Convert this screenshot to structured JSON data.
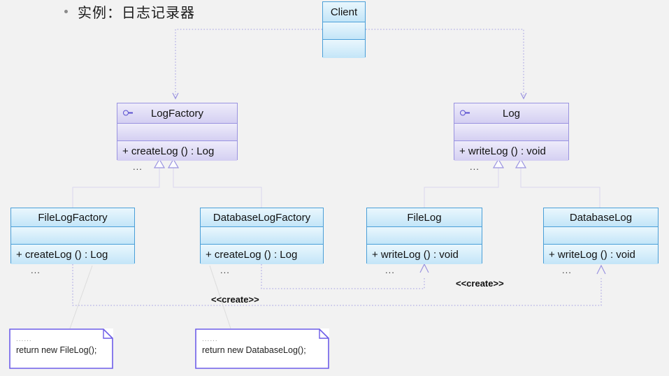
{
  "slide": {
    "bullet_glyph": "•",
    "heading": "实例：日志记录器"
  },
  "colors": {
    "background": "#f2f2f2",
    "class_border": "#4a9fd8",
    "class_fill": "#cfeaf9",
    "interface_border": "#9a93e0",
    "interface_fill": "#ddd9f5",
    "note_border": "#6c5ce7",
    "note_fill": "#ffffff",
    "connector": "#9a93e0",
    "text": "#111111"
  },
  "diagram": {
    "type": "uml-class-diagram",
    "ellipsis_label": "...",
    "classes": [
      {
        "id": "client",
        "name": "Client",
        "kind": "class",
        "attributes": "",
        "operations": "",
        "has_ellipsis": false
      },
      {
        "id": "logfactory",
        "name": "LogFactory",
        "kind": "interface",
        "icon": "interface-lollipop-icon",
        "attributes": "",
        "operations": "+ createLog () : Log",
        "has_ellipsis": true
      },
      {
        "id": "log",
        "name": "Log",
        "kind": "interface",
        "icon": "interface-lollipop-icon",
        "attributes": "",
        "operations": "+ writeLog () : void",
        "has_ellipsis": true
      },
      {
        "id": "filelogfactory",
        "name": "FileLogFactory",
        "kind": "class",
        "attributes": "",
        "operations": "+ createLog () : Log",
        "has_ellipsis": true
      },
      {
        "id": "databaselogfactory",
        "name": "DatabaseLogFactory",
        "kind": "class",
        "attributes": "",
        "operations": "+ createLog () : Log",
        "has_ellipsis": true
      },
      {
        "id": "filelog",
        "name": "FileLog",
        "kind": "class",
        "attributes": "",
        "operations": "+ writeLog () : void",
        "has_ellipsis": true
      },
      {
        "id": "databaselog",
        "name": "DatabaseLog",
        "kind": "class",
        "attributes": "",
        "operations": "+ writeLog () : void",
        "has_ellipsis": true
      }
    ],
    "notes": [
      {
        "id": "note-filelog",
        "dots": "......",
        "code": "return new FileLog();"
      },
      {
        "id": "note-databaselog",
        "dots": "......",
        "code": "return new DatabaseLog();"
      }
    ],
    "stereotypes": [
      {
        "id": "create-left",
        "label": "<<create>>"
      },
      {
        "id": "create-right",
        "label": "<<create>>"
      }
    ],
    "relations": [
      {
        "from": "client",
        "to": "logfactory",
        "type": "dependency"
      },
      {
        "from": "client",
        "to": "log",
        "type": "dependency"
      },
      {
        "from": "filelogfactory",
        "to": "logfactory",
        "type": "realization"
      },
      {
        "from": "databaselogfactory",
        "to": "logfactory",
        "type": "realization"
      },
      {
        "from": "filelog",
        "to": "log",
        "type": "realization"
      },
      {
        "from": "databaselog",
        "to": "log",
        "type": "realization"
      },
      {
        "from": "filelogfactory",
        "to": "filelog",
        "type": "dependency",
        "label": "<<create>>"
      },
      {
        "from": "databaselogfactory",
        "to": "databaselog",
        "type": "dependency",
        "label": "<<create>>"
      }
    ]
  }
}
